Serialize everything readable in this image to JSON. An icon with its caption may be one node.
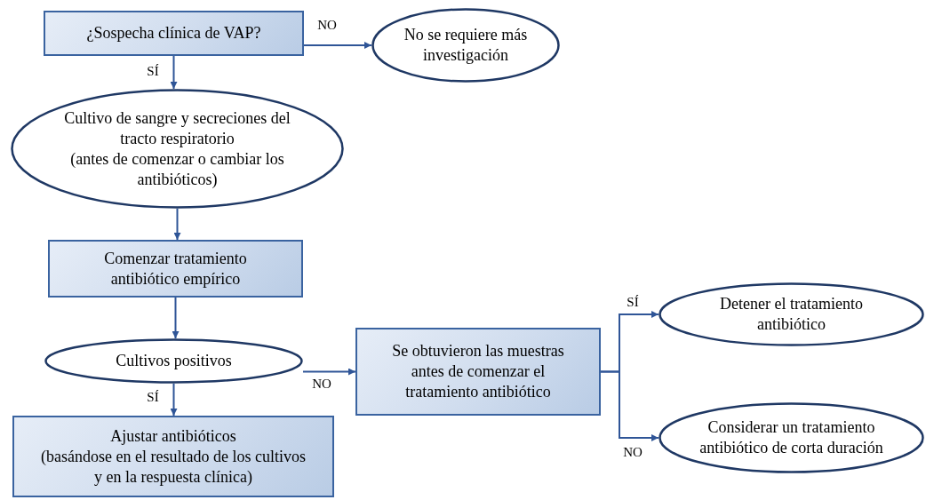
{
  "diagram": {
    "nodes": [
      {
        "text": [
          "¿Sospecha clínica de VAP?"
        ]
      },
      {
        "text": [
          "No se requiere más investigación"
        ]
      },
      {
        "text": [
          "Cultivo de sangre y secreciones del tracto respiratorio",
          "(antes de comenzar o cambiar los antibióticos)"
        ]
      },
      {
        "text": [
          "Comenzar tratamiento antibiótico empírico"
        ]
      },
      {
        "text": [
          "Cultivos positivos"
        ]
      },
      {
        "text": [
          "Se obtuvieron las muestras antes de comenzar el tratamiento antibiótico"
        ]
      },
      {
        "text": [
          "Detener el tratamiento antibiótico"
        ]
      },
      {
        "text": [
          "Considerar un tratamiento antibiótico de corta duración"
        ]
      },
      {
        "text": [
          "Ajustar antibióticos",
          "(basándose en el resultado de los cultivos y en la respuesta clínica)"
        ]
      }
    ],
    "edges": [
      {
        "from": 0,
        "to": 1,
        "arrow": "to",
        "label": "NO"
      },
      {
        "from": 0,
        "to": 2,
        "arrow": "to",
        "label": "SÍ"
      },
      {
        "from": 2,
        "to": 3,
        "arrow": "to"
      },
      {
        "from": 3,
        "to": 4,
        "arrow": "to"
      },
      {
        "from": 4,
        "to": 5,
        "arrow": "to",
        "label": "NO"
      },
      {
        "from": 4,
        "to": 8,
        "arrow": "to",
        "label": "SÍ"
      },
      {
        "from": 5,
        "to": 6,
        "arrow": "to",
        "label": "SÍ"
      },
      {
        "from": 5,
        "to": 7,
        "arrow": "to",
        "label": "NO"
      }
    ]
  }
}
